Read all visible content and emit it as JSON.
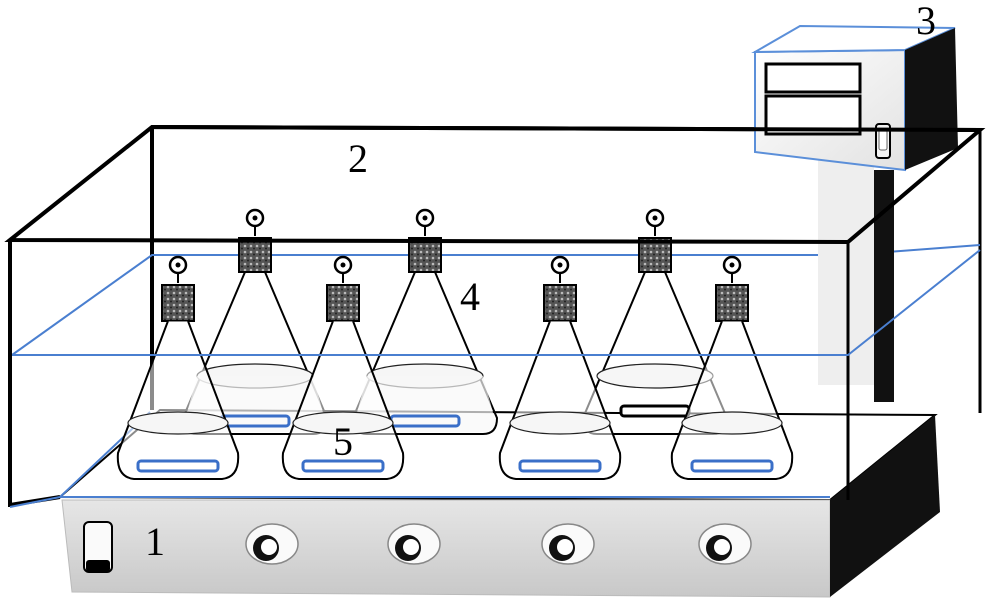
{
  "labels": {
    "stirrer_base": "1",
    "water_bath": "2",
    "controller": "3",
    "flask": "4",
    "stir_bar": "5"
  },
  "colors": {
    "outline": "#000000",
    "water_line": "#4a7fd0",
    "stir_bar": "#3a6fc8",
    "base_front": "#d8d8d8",
    "base_side": "#111111",
    "controller_side": "#111111",
    "liquid": "#f4f4f4"
  },
  "flasks": {
    "back_row_count": 3,
    "front_row_count": 4
  },
  "knobs": {
    "count": 4
  }
}
